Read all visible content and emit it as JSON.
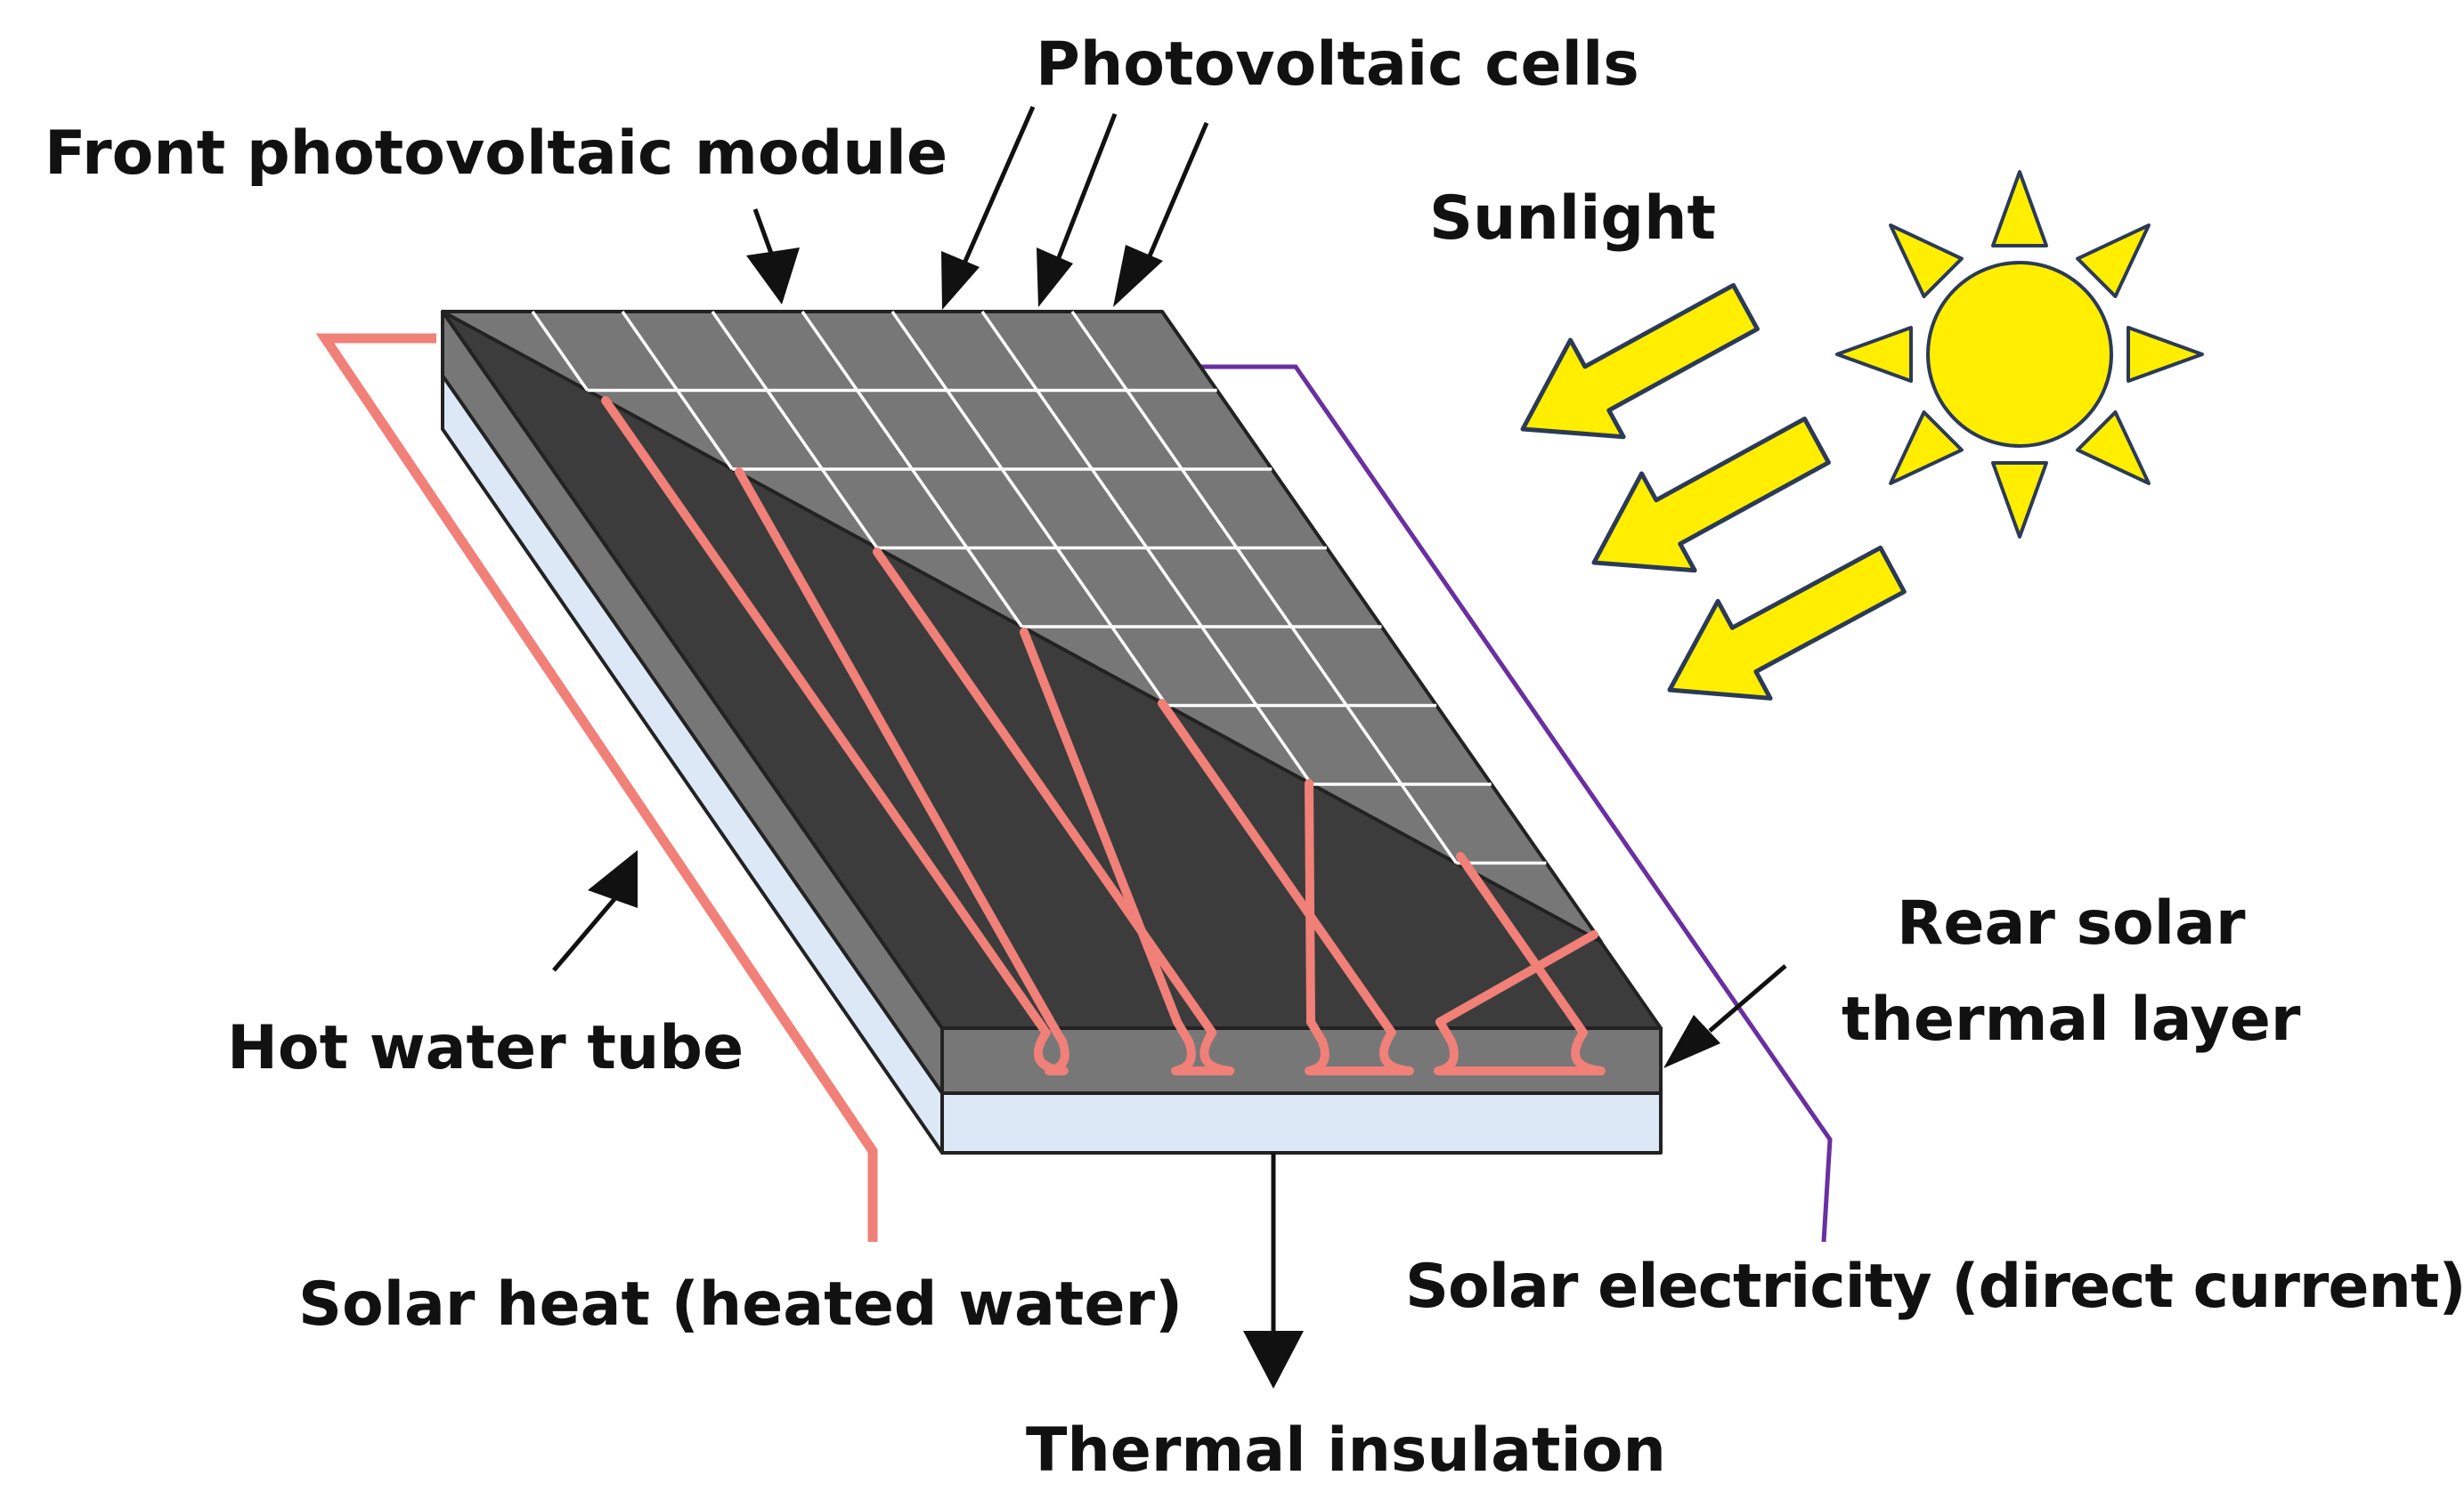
{
  "labels": {
    "photovoltaic_cells": "Photovoltaic cells",
    "front_module": "Front photovoltaic module",
    "sunlight": "Sunlight",
    "rear_thermal_line1": "Rear solar",
    "rear_thermal_line2": "thermal layer",
    "hot_water_tube": "Hot water tube",
    "solar_heat": "Solar heat (heated water)",
    "solar_electricity": "Solar electricity (direct current)",
    "thermal_insulation": "Thermal insulation"
  },
  "colors": {
    "pv_module": "#777777",
    "thermal_layer": "#3c3c3c",
    "insulation": "#dce8f5",
    "tube": "#f08078",
    "electricity_wire": "#6a2fa0",
    "sun": "#ffee00",
    "outline": "#2b3a57"
  }
}
